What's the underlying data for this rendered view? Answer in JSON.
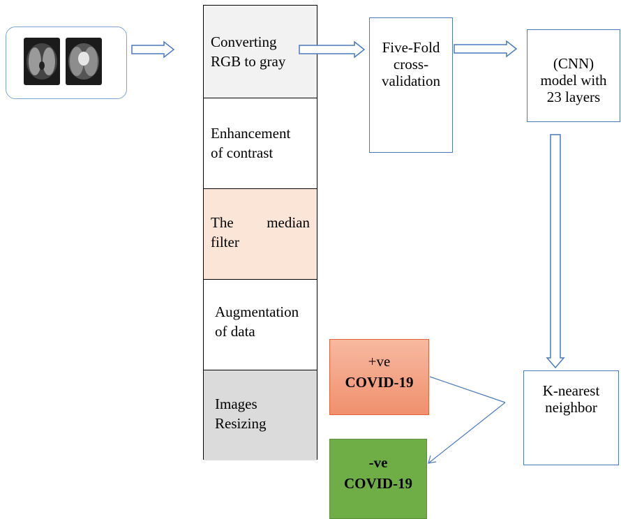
{
  "input": {
    "images": [
      "ct-scan-1",
      "ct-scan-2"
    ]
  },
  "preprocessing": {
    "steps": [
      {
        "lines": [
          "Converting",
          "RGB to gray"
        ],
        "color": "#f2f2f2"
      },
      {
        "lines": [
          "Enhancement",
          "of contrast"
        ],
        "color": "#ffffff"
      },
      {
        "lines": [
          "The",
          "median",
          "filter"
        ],
        "color": "#fbe5d6"
      },
      {
        "lines": [
          "Augmentation",
          "of data"
        ],
        "color": "#ffffff"
      },
      {
        "lines": [
          "Images",
          "Resizing"
        ],
        "color": "#dbdbdb"
      }
    ]
  },
  "validation": {
    "lines": [
      "Five-Fold",
      "cross-",
      "validation"
    ]
  },
  "model": {
    "lines": [
      "(CNN)",
      "model with",
      "23 layers"
    ]
  },
  "classifier": {
    "lines": [
      "K-nearest",
      "neighbor"
    ]
  },
  "outputs": {
    "positive": {
      "lines": [
        "+ve",
        "COVID-19"
      ],
      "color": "#f0906d"
    },
    "negative": {
      "lines": [
        "-ve",
        "COVID-19"
      ],
      "color": "#6fae46"
    }
  },
  "colors": {
    "arrow": "#4a79bd",
    "border": "#000000"
  }
}
